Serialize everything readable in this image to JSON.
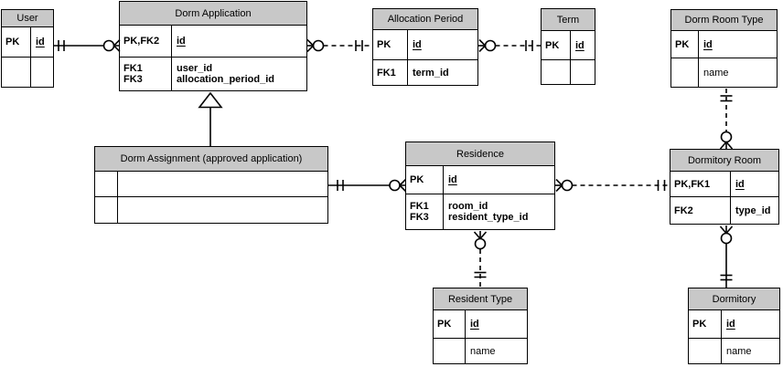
{
  "diagram": {
    "type": "entity-relationship-diagram",
    "notation": "crow's foot",
    "colors": {
      "header_fill": "#c8c8c8",
      "border": "#000000",
      "background": "#ffffff"
    },
    "entities": [
      {
        "id": "user",
        "title": "User",
        "key_row": {
          "keys": [
            "PK"
          ],
          "attrs": [
            "id"
          ]
        },
        "body": {
          "keys": [],
          "attrs": []
        }
      },
      {
        "id": "dorm-application",
        "title": "Dorm Application",
        "key_row": {
          "keys": [
            "PK,FK2"
          ],
          "attrs": [
            "id"
          ]
        },
        "body": {
          "keys": [
            "FK1",
            "FK3"
          ],
          "attrs": [
            "user_id",
            "allocation_period_id"
          ]
        }
      },
      {
        "id": "allocation-period",
        "title": "Allocation Period",
        "key_row": {
          "keys": [
            "PK"
          ],
          "attrs": [
            "id"
          ]
        },
        "body": {
          "keys": [
            "FK1"
          ],
          "attrs": [
            "term_id"
          ]
        }
      },
      {
        "id": "term",
        "title": "Term",
        "key_row": {
          "keys": [
            "PK"
          ],
          "attrs": [
            "id"
          ]
        },
        "body": {
          "keys": [],
          "attrs": []
        }
      },
      {
        "id": "dorm-room-type",
        "title": "Dorm Room Type",
        "key_row": {
          "keys": [
            "PK"
          ],
          "attrs": [
            "id"
          ]
        },
        "body": {
          "keys": [],
          "attrs": [
            "name"
          ]
        }
      },
      {
        "id": "dorm-assignment",
        "title": "Dorm Assignment (approved application)",
        "key_row": {
          "keys": [],
          "attrs": []
        },
        "body": {
          "keys": [],
          "attrs": []
        }
      },
      {
        "id": "residence",
        "title": "Residence",
        "key_row": {
          "keys": [
            "PK"
          ],
          "attrs": [
            "id"
          ]
        },
        "body": {
          "keys": [
            "FK1",
            "FK3"
          ],
          "attrs": [
            "room_id",
            "resident_type_id"
          ]
        }
      },
      {
        "id": "dormitory-room",
        "title": "Dormitory Room",
        "key_row": {
          "keys": [
            "PK,FK1"
          ],
          "attrs": [
            "id"
          ]
        },
        "body": {
          "keys": [
            "FK2"
          ],
          "attrs": [
            "type_id"
          ]
        }
      },
      {
        "id": "resident-type",
        "title": "Resident Type",
        "key_row": {
          "keys": [
            "PK"
          ],
          "attrs": [
            "id"
          ]
        },
        "body": {
          "keys": [],
          "attrs": [
            "name"
          ]
        }
      },
      {
        "id": "dormitory",
        "title": "Dormitory",
        "key_row": {
          "keys": [
            "PK"
          ],
          "attrs": [
            "id"
          ]
        },
        "body": {
          "keys": [],
          "attrs": [
            "name"
          ]
        }
      }
    ],
    "relationships": [
      {
        "from": "User",
        "to": "Dorm Application",
        "from_cardinality": "one and only one",
        "to_cardinality": "zero or many",
        "line": "solid"
      },
      {
        "from": "Dorm Application",
        "to": "Allocation Period",
        "from_cardinality": "zero or many",
        "to_cardinality": "one and only one",
        "line": "dashed"
      },
      {
        "from": "Allocation Period",
        "to": "Term",
        "from_cardinality": "zero or many",
        "to_cardinality": "one and only one",
        "line": "dashed"
      },
      {
        "from": "Dorm Application",
        "to": "Dorm Assignment (approved application)",
        "type": "subtype-inheritance",
        "line": "solid"
      },
      {
        "from": "Dorm Assignment (approved application)",
        "to": "Residence",
        "from_cardinality": "one and only one",
        "to_cardinality": "zero or many",
        "line": "solid"
      },
      {
        "from": "Residence",
        "to": "Dormitory Room",
        "from_cardinality": "zero or many",
        "to_cardinality": "one and only one",
        "line": "dashed"
      },
      {
        "from": "Dorm Room Type",
        "to": "Dormitory Room",
        "from_cardinality": "one and only one",
        "to_cardinality": "zero or many",
        "line": "dashed"
      },
      {
        "from": "Dormitory Room",
        "to": "Dormitory",
        "from_cardinality": "zero or many",
        "to_cardinality": "one and only one",
        "line": "solid"
      },
      {
        "from": "Residence",
        "to": "Resident Type",
        "from_cardinality": "zero or many",
        "to_cardinality": "one and only one",
        "line": "dashed"
      }
    ]
  }
}
